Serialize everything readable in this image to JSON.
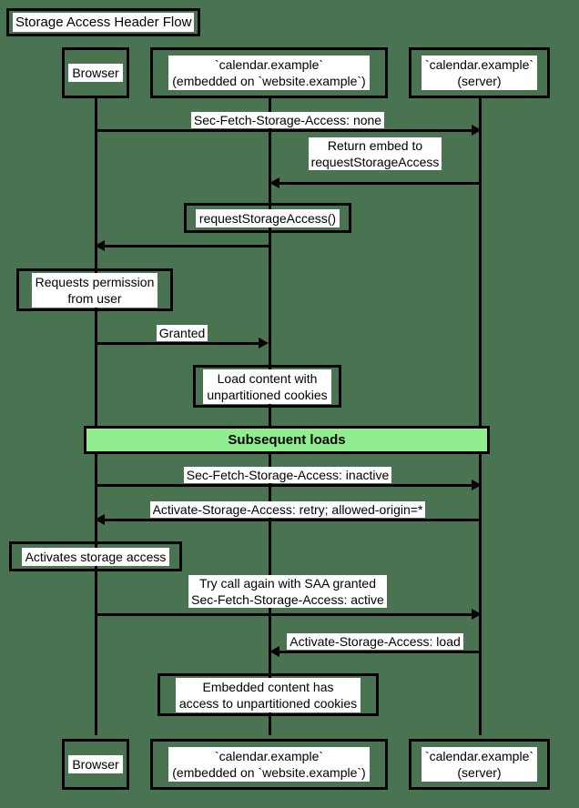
{
  "diagram": {
    "type": "sequence-diagram",
    "title": "Storage Access Header Flow",
    "background_color": "#4a7352",
    "accent_color": "#90ee90",
    "line_color": "#000000",
    "label_background": "#ffffff"
  },
  "participants": [
    {
      "id": "browser",
      "label": "Browser"
    },
    {
      "id": "embed",
      "label": "`calendar.example`\n(embedded on `website.example`)"
    },
    {
      "id": "server",
      "label": "`calendar.example`\n(server)"
    }
  ],
  "messages": [
    {
      "id": "m1",
      "from": "browser",
      "to": "server",
      "direction": "right",
      "label": "Sec-Fetch-Storage-Access: none"
    },
    {
      "id": "m2",
      "from": "server",
      "to": "embed",
      "direction": "left",
      "label": "Return embed to\nrequestStorageAccess"
    },
    {
      "id": "m3",
      "from": "embed",
      "to": "browser",
      "direction": "left",
      "label": ""
    },
    {
      "id": "m4",
      "from": "browser",
      "to": "embed",
      "direction": "right",
      "label": "Granted"
    },
    {
      "id": "m5",
      "from": "browser",
      "to": "server",
      "direction": "right",
      "label": "Sec-Fetch-Storage-Access: inactive"
    },
    {
      "id": "m6",
      "from": "server",
      "to": "browser",
      "direction": "left",
      "label": "Activate-Storage-Access: retry; allowed-origin=*"
    },
    {
      "id": "m7",
      "from": "browser",
      "to": "server",
      "direction": "right",
      "label": "Try call again with SAA granted\nSec-Fetch-Storage-Access: active"
    },
    {
      "id": "m8",
      "from": "server",
      "to": "embed",
      "direction": "left",
      "label": "Activate-Storage-Access: load"
    }
  ],
  "notes": [
    {
      "id": "n1",
      "over": "embed",
      "label": "requestStorageAccess()"
    },
    {
      "id": "n2",
      "over": "browser",
      "label": "Requests permission\nfrom user"
    },
    {
      "id": "n3",
      "over": "embed",
      "label": "Load content with\nunpartitioned cookies"
    },
    {
      "id": "n4",
      "over": "browser",
      "label": "Activates storage access"
    },
    {
      "id": "n5",
      "over": "embed",
      "label": "Embedded content has\naccess to unpartitioned cookies"
    }
  ],
  "dividers": [
    {
      "id": "d1",
      "label": "Subsequent loads",
      "color": "#90ee90"
    }
  ]
}
